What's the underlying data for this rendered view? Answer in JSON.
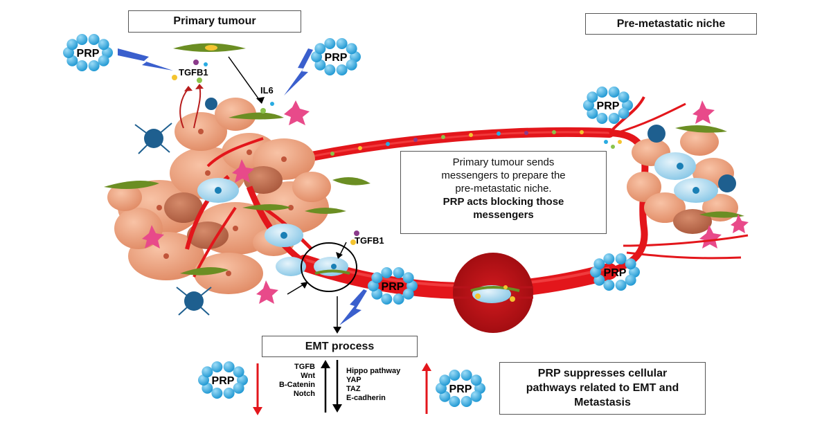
{
  "labels": {
    "primary_tumour": "Primary tumour",
    "pre_metastatic_niche": "Pre-metastatic niche",
    "emt_process": "EMT process",
    "tgfb1": "TGFB1",
    "il6": "IL6",
    "prp": "PRP"
  },
  "messages": {
    "line1": "Primary tumour sends",
    "line2": "messengers to prepare the",
    "line3": "pre-metastatic niche.",
    "bold1": "PRP acts blocking those",
    "bold2": "messengers"
  },
  "suppress": {
    "line1": "PRP suppresses cellular",
    "line2": "pathways related to EMT and",
    "line3": "Metastasis"
  },
  "pathways_down": [
    "TGFB",
    "Wnt",
    "B-Catenin",
    "Notch"
  ],
  "pathways_up": [
    "Hippo pathway",
    "YAP",
    "TAZ",
    "E-cadherin"
  ],
  "colors": {
    "vessel": "#e3161b",
    "prp_blue": "#29abe2",
    "tumour_cell": "#f0a07a",
    "fibroblast": "#6b8e23",
    "arrow_down_red": "#e3161b",
    "lightning": "#3a5fcd"
  }
}
